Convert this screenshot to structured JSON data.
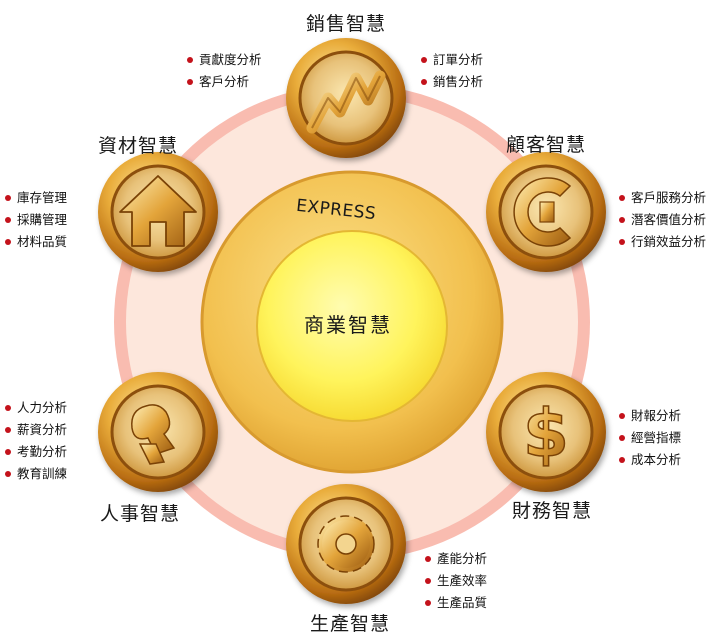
{
  "hub": {
    "title": "商業智慧",
    "express_label": "EXPRESS"
  },
  "colors": {
    "outer_ring": "#f9bcb0",
    "inner_fill": "#fde7dc",
    "gold": "#d99a2a",
    "gold_light": "#f6d27a",
    "center_yellow": "#fff86a",
    "bullet": "#c4121b"
  },
  "categories": [
    {
      "title": "銷售智慧",
      "icon": "zigzag-chart-icon",
      "items": [
        "貢獻度分析",
        "客戶分析",
        "訂單分析",
        "銷售分析"
      ]
    },
    {
      "title": "顧客智慧",
      "icon": "letter-c-icon",
      "items": [
        "客戶服務分析",
        "潛客價值分析",
        "行銷效益分析"
      ]
    },
    {
      "title": "財務智慧",
      "icon": "dollar-sign-icon",
      "items": [
        "財報分析",
        "經營指標",
        "成本分析"
      ]
    },
    {
      "title": "生產智慧",
      "icon": "gear-icon",
      "items": [
        "產能分析",
        "生產效率",
        "生產品質"
      ]
    },
    {
      "title": "人事智慧",
      "icon": "person-icon",
      "items": [
        "人力分析",
        "薪資分析",
        "考勤分析",
        "教育訓練"
      ]
    },
    {
      "title": "資材智慧",
      "icon": "house-icon",
      "items": [
        "庫存管理",
        "採購管理",
        "材料品質"
      ]
    }
  ]
}
